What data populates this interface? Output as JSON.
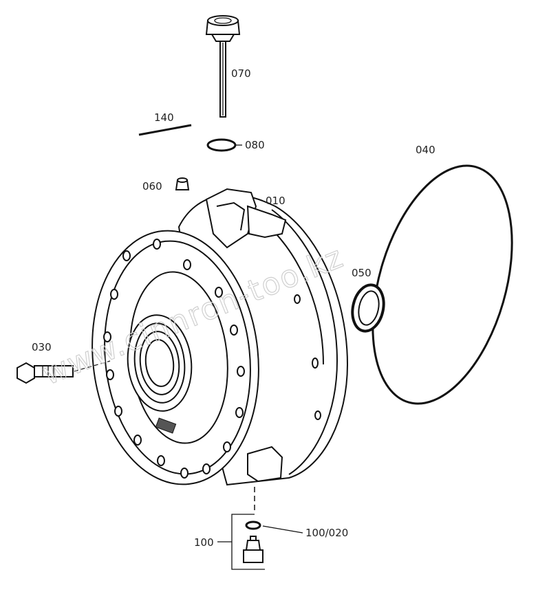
{
  "labels": {
    "l070": "070",
    "l140": "140",
    "l080": "080",
    "l060": "060",
    "l010": "010",
    "l040": "040",
    "l050": "050",
    "l030": "030",
    "l100": "100",
    "l100_020": "100/020"
  },
  "watermark": "www.cinnron-too.kz",
  "line_color": "#111111",
  "watermark_color": "#cfcfcf"
}
